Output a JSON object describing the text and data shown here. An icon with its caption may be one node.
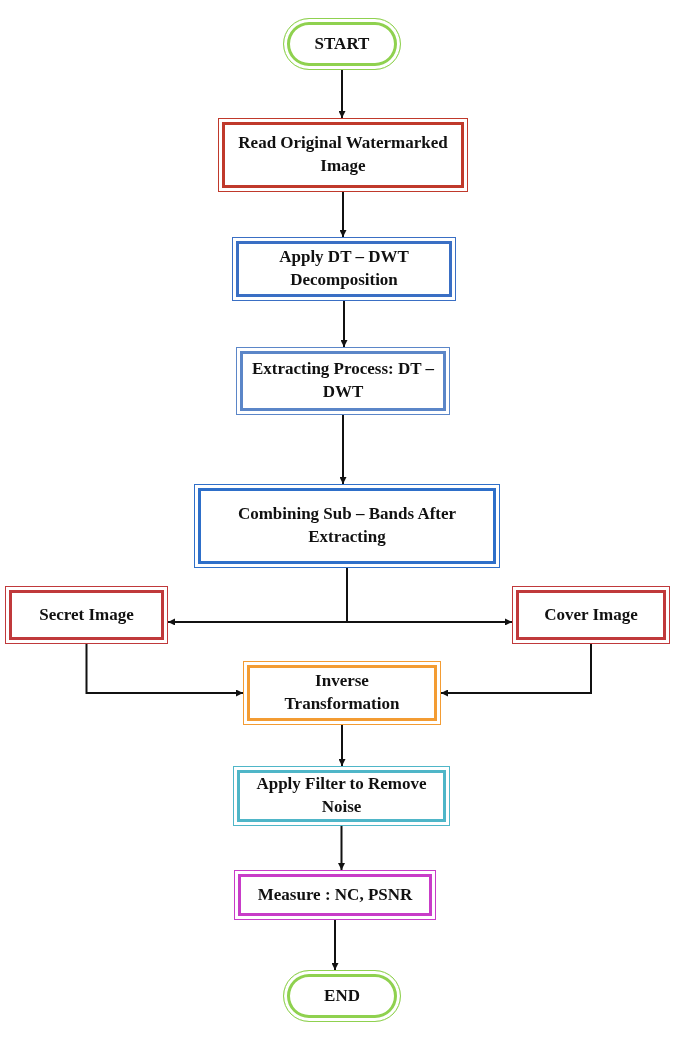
{
  "diagram": {
    "nodes": [
      {
        "text": [
          "START"
        ]
      },
      {
        "text": [
          "Read Original Watermarked Image"
        ]
      },
      {
        "text": [
          "Apply DT – DWT Decomposition"
        ]
      },
      {
        "text": [
          "Extracting Process: DT – DWT"
        ]
      },
      {
        "text": [
          "Combining Sub – Bands After Extracting"
        ]
      },
      {
        "text": [
          "Secret Image"
        ]
      },
      {
        "text": [
          "Cover Image"
        ]
      },
      {
        "text": [
          "Inverse Transformation"
        ]
      },
      {
        "text": [
          "Apply Filter to Remove Noise"
        ]
      },
      {
        "text": [
          "Measure : NC, PSNR"
        ]
      },
      {
        "text": [
          "END"
        ]
      }
    ],
    "edges": [
      {
        "from": 0,
        "to": 1,
        "arrow": "to"
      },
      {
        "from": 1,
        "to": 2,
        "arrow": "to"
      },
      {
        "from": 2,
        "to": 3,
        "arrow": "to"
      },
      {
        "from": 3,
        "to": 4,
        "arrow": "to"
      },
      {
        "from": 4,
        "to": 5,
        "arrow": "to"
      },
      {
        "from": 4,
        "to": 6,
        "arrow": "to"
      },
      {
        "from": 5,
        "to": 7,
        "arrow": "to"
      },
      {
        "from": 6,
        "to": 7,
        "arrow": "to"
      },
      {
        "from": 7,
        "to": 8,
        "arrow": "to"
      },
      {
        "from": 8,
        "to": 9,
        "arrow": "to"
      },
      {
        "from": 9,
        "to": 10,
        "arrow": "to"
      }
    ]
  }
}
